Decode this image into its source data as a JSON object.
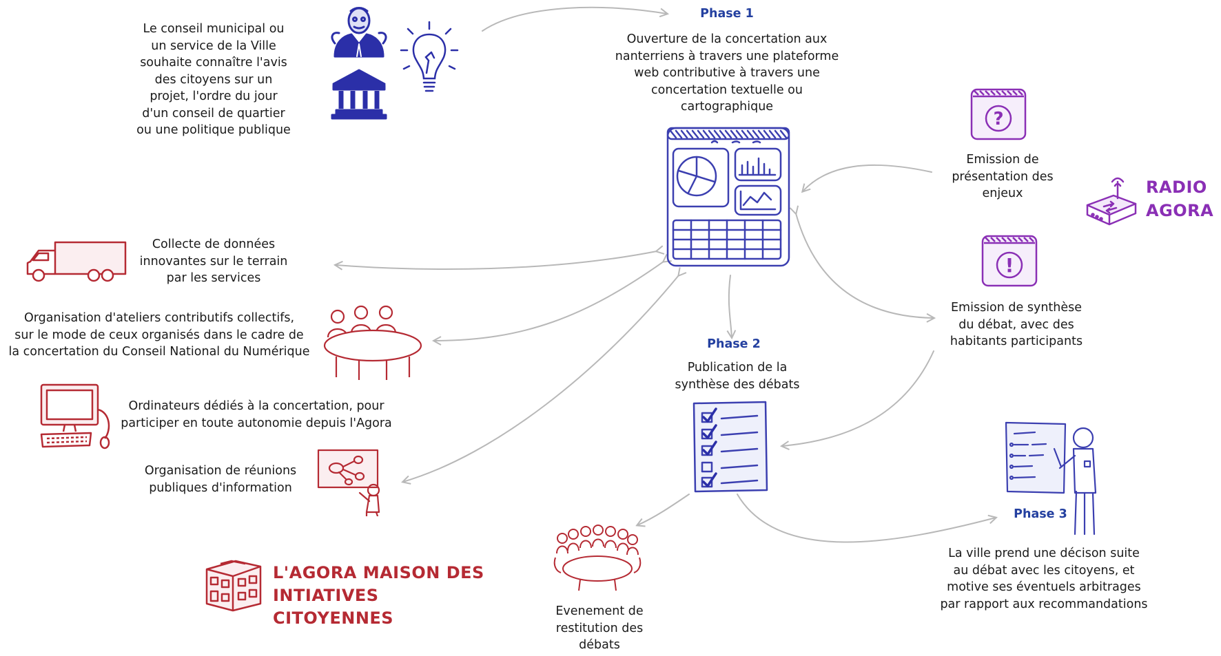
{
  "colors": {
    "blue": "#2b2fa8",
    "phase_blue": "#2440a0",
    "red": "#b52a33",
    "purple": "#8a2fb5",
    "arrow_gray": "#b8b8b8"
  },
  "intro": {
    "text": "Le conseil municipal ou\nun service de la Ville\nsouhaite connaître l'avis\ndes citoyens sur un\nprojet, l'ordre du jour\nd'un conseil de quartier\nou une politique publique"
  },
  "phase1": {
    "title": "Phase 1",
    "text": "Ouverture de la concertation aux\nnanterriens à travers une plateforme\nweb contributive à travers une\nconcertation textuelle ou\ncartographique"
  },
  "phase2": {
    "title": "Phase 2",
    "text": "Publication de la\nsynthèse des débats"
  },
  "phase3": {
    "title": "Phase 3",
    "text": "La ville prend une décison suite\nau débat avec les citoyens, et\nmotive ses éventuels arbitrages\npar rapport aux recommandations"
  },
  "radio": {
    "brand": "RADIO\nAGORA",
    "emission1": "Emission de\nprésentation des\nenjeux",
    "emission2": "Emission de synthèse\ndu débat, avec des\nhabitants participants"
  },
  "agora": {
    "brand": "L'AGORA MAISON DES\nINTIATIVES CITOYENNES",
    "collecte": "Collecte de données\ninnovantes sur le terrain\npar les services",
    "ateliers": "Organisation d'ateliers contributifs collectifs,\nsur le mode de ceux organisés dans le cadre de\nla concertation du Conseil National du Numérique",
    "ordinateurs": "Ordinateurs dédiés à la concertation, pour\nparticiper en toute autonomie depuis l'Agora",
    "reunions": "Organisation de réunions\npubliques d'information"
  },
  "restitution": {
    "text": "Evenement de\nrestitution des\ndébats"
  },
  "icons": [
    "mayor-icon",
    "city-hall-icon",
    "lightbulb-icon",
    "web-dashboard-icon",
    "question-folder-icon",
    "exclamation-folder-icon",
    "radio-router-icon",
    "truck-icon",
    "workshop-table-icon",
    "computer-icon",
    "presentation-icon",
    "building-icon",
    "checklist-icon",
    "meeting-table-icon",
    "presenter-board-icon"
  ]
}
